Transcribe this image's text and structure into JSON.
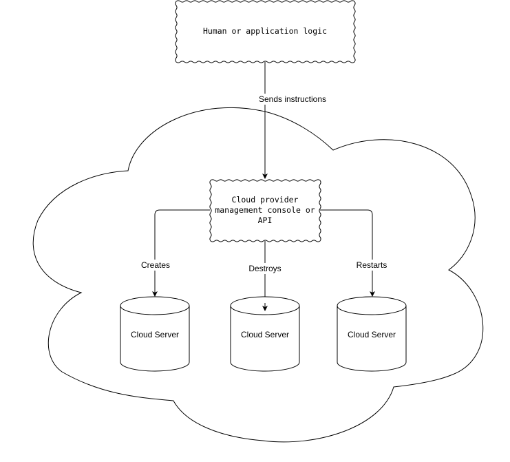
{
  "nodes": {
    "human": {
      "label": "Human or application logic"
    },
    "console": {
      "lines": [
        "Cloud provider",
        "management console or",
        "API"
      ]
    },
    "servers": [
      {
        "label": "Cloud Server"
      },
      {
        "label": "Cloud Server"
      },
      {
        "label": "Cloud Server"
      }
    ]
  },
  "edges": {
    "sends": {
      "label": "Sends instructions"
    },
    "creates": {
      "label": "Creates"
    },
    "destroys": {
      "label": "Destroys"
    },
    "restarts": {
      "label": "Restarts"
    }
  }
}
